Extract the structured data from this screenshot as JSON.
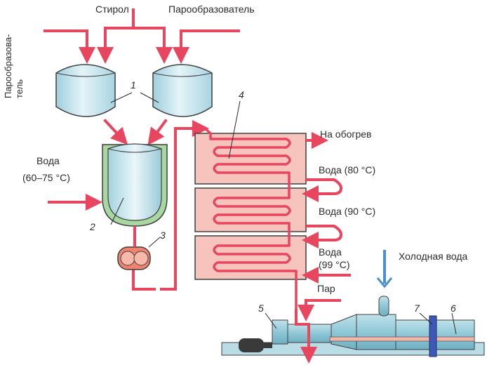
{
  "labels": {
    "styrene": "Стирол",
    "blowing_agent": "Парообразователь",
    "blowing_agent_side_line1": "Парообразова-",
    "blowing_agent_side_line2": "тель",
    "water_in": "Вода",
    "water_in_temp": "(60–75 °C)",
    "to_heating": "На обогрев",
    "water_80": "Вода (80 °C)",
    "water_90": "Вода (90 °C)",
    "water_99": "Вода",
    "water_99_temp": "(99 °C)",
    "cold_water": "Холодная вода",
    "steam": "Пар"
  },
  "numbers": {
    "n1": "1",
    "n2": "2",
    "n3": "3",
    "n4": "4",
    "n5": "5",
    "n6": "6",
    "n7": "7"
  },
  "colors": {
    "pipe": "#e8455e",
    "tank_fill": "#cde9f2",
    "exchanger_fill": "#f6c3bd",
    "machine_fill": "#9fd0dd",
    "cold_water_arrow": "#4a8fd0"
  }
}
